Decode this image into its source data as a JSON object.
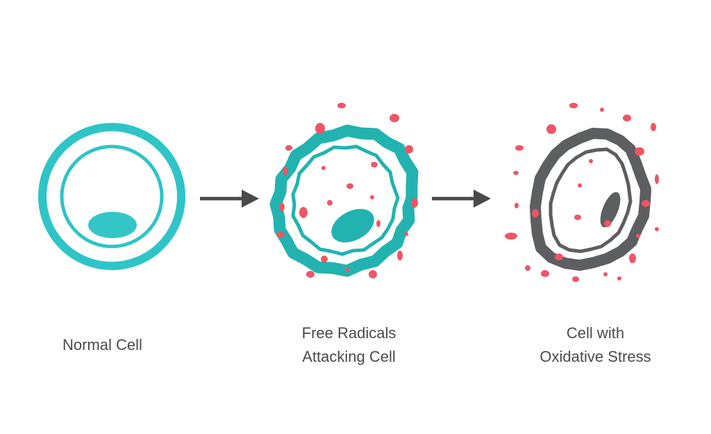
{
  "colors": {
    "cell_teal": "#2ec4c8",
    "nucleus_teal": "#34c6c6",
    "attacked_teal": "#22b3b0",
    "stressed_gray": "#5c5e60",
    "free_radical_red": "#ef5566",
    "arrow_gray": "#4a4a4a",
    "label_gray": "#4a4a4a"
  },
  "stages": [
    {
      "id": "normal-cell",
      "label_lines": [
        "Normal Cell"
      ]
    },
    {
      "id": "free-radicals-attacking-cell",
      "label_lines": [
        "Free Radicals",
        "Attacking Cell"
      ]
    },
    {
      "id": "cell-with-oxidative-stress",
      "label_lines": [
        "Cell with",
        "Oxidative Stress"
      ]
    }
  ],
  "icons": [
    "right-arrow-icon",
    "right-arrow-icon"
  ]
}
